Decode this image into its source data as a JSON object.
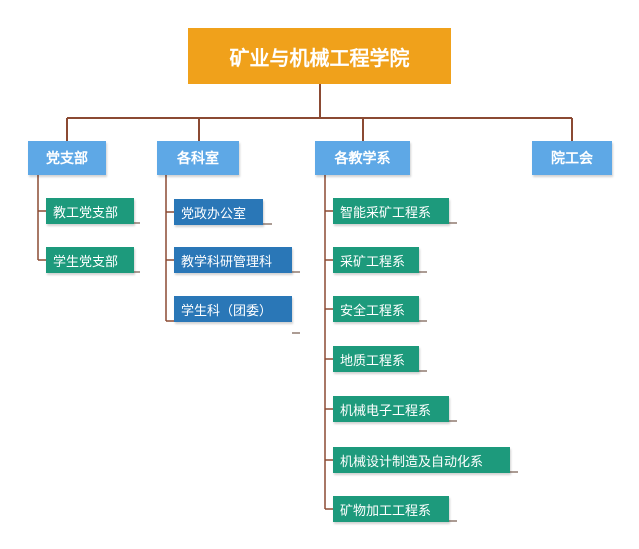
{
  "colors": {
    "root": "#f0a11b",
    "group": "#5ea8e6",
    "leaf_green": "#1d9a7c",
    "leaf_blue": "#2a77b7",
    "connector": "#8b4a33"
  },
  "root": {
    "label": "矿业与机械工程学院"
  },
  "groups": [
    {
      "label": "党支部",
      "children": [
        "教工党支部",
        "学生党支部"
      ]
    },
    {
      "label": "各科室",
      "children": [
        "党政办公室",
        "教学科研管理科",
        "学生科（团委）"
      ]
    },
    {
      "label": "各教学系",
      "children": [
        "智能采矿工程系",
        "采矿工程系",
        "安全工程系",
        "地质工程系",
        "机械电子工程系",
        "机械设计制造及自动化系",
        "矿物加工工程系"
      ]
    },
    {
      "label": "院工会",
      "children": []
    }
  ]
}
